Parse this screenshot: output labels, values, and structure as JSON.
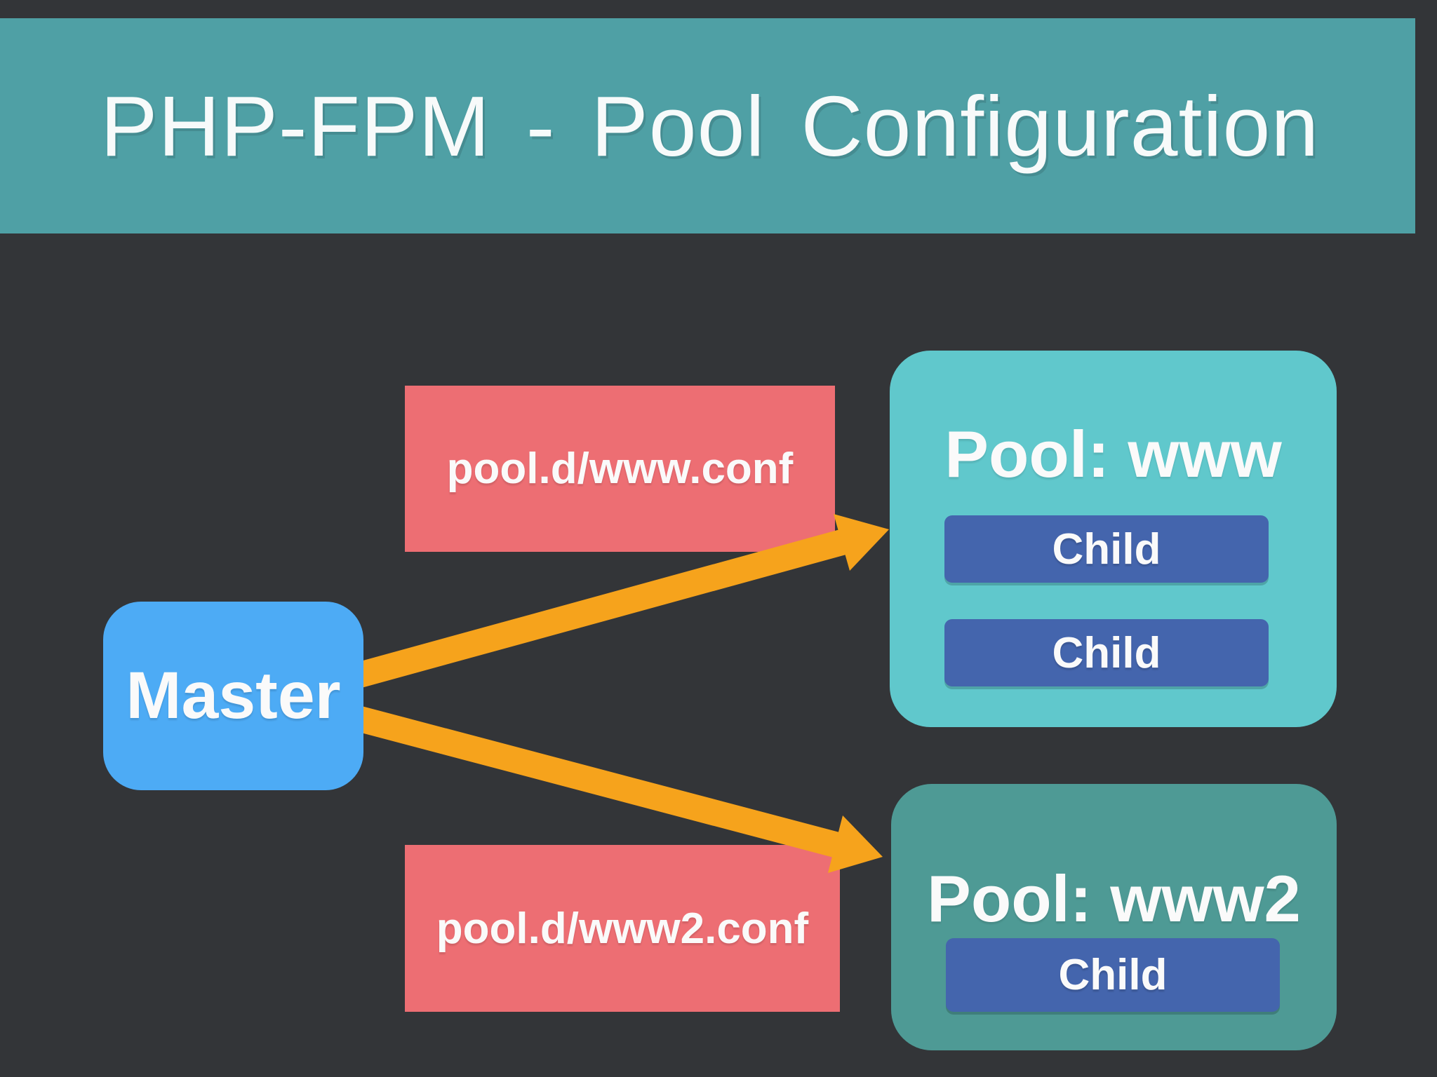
{
  "title": "PHP-FPM - Pool Configuration",
  "master": {
    "label": "Master"
  },
  "config_files": [
    {
      "label": "pool.d/www.conf"
    },
    {
      "label": "pool.d/www2.conf"
    }
  ],
  "pools": [
    {
      "name": "Pool: www",
      "children": [
        "Child",
        "Child"
      ]
    },
    {
      "name": "Pool: www2",
      "children": [
        "Child"
      ]
    }
  ],
  "colors": {
    "background": "#333538",
    "banner": "#4FA0A5",
    "title_text": "#F7FAFA",
    "master": "#4DABF5",
    "config_file": "#ED6E73",
    "pool_www": "#60C8CC",
    "pool_www2": "#4E9A95",
    "child": "#4465AD",
    "arrow": "#F6A31C",
    "label_text": "#FAFAFA"
  }
}
